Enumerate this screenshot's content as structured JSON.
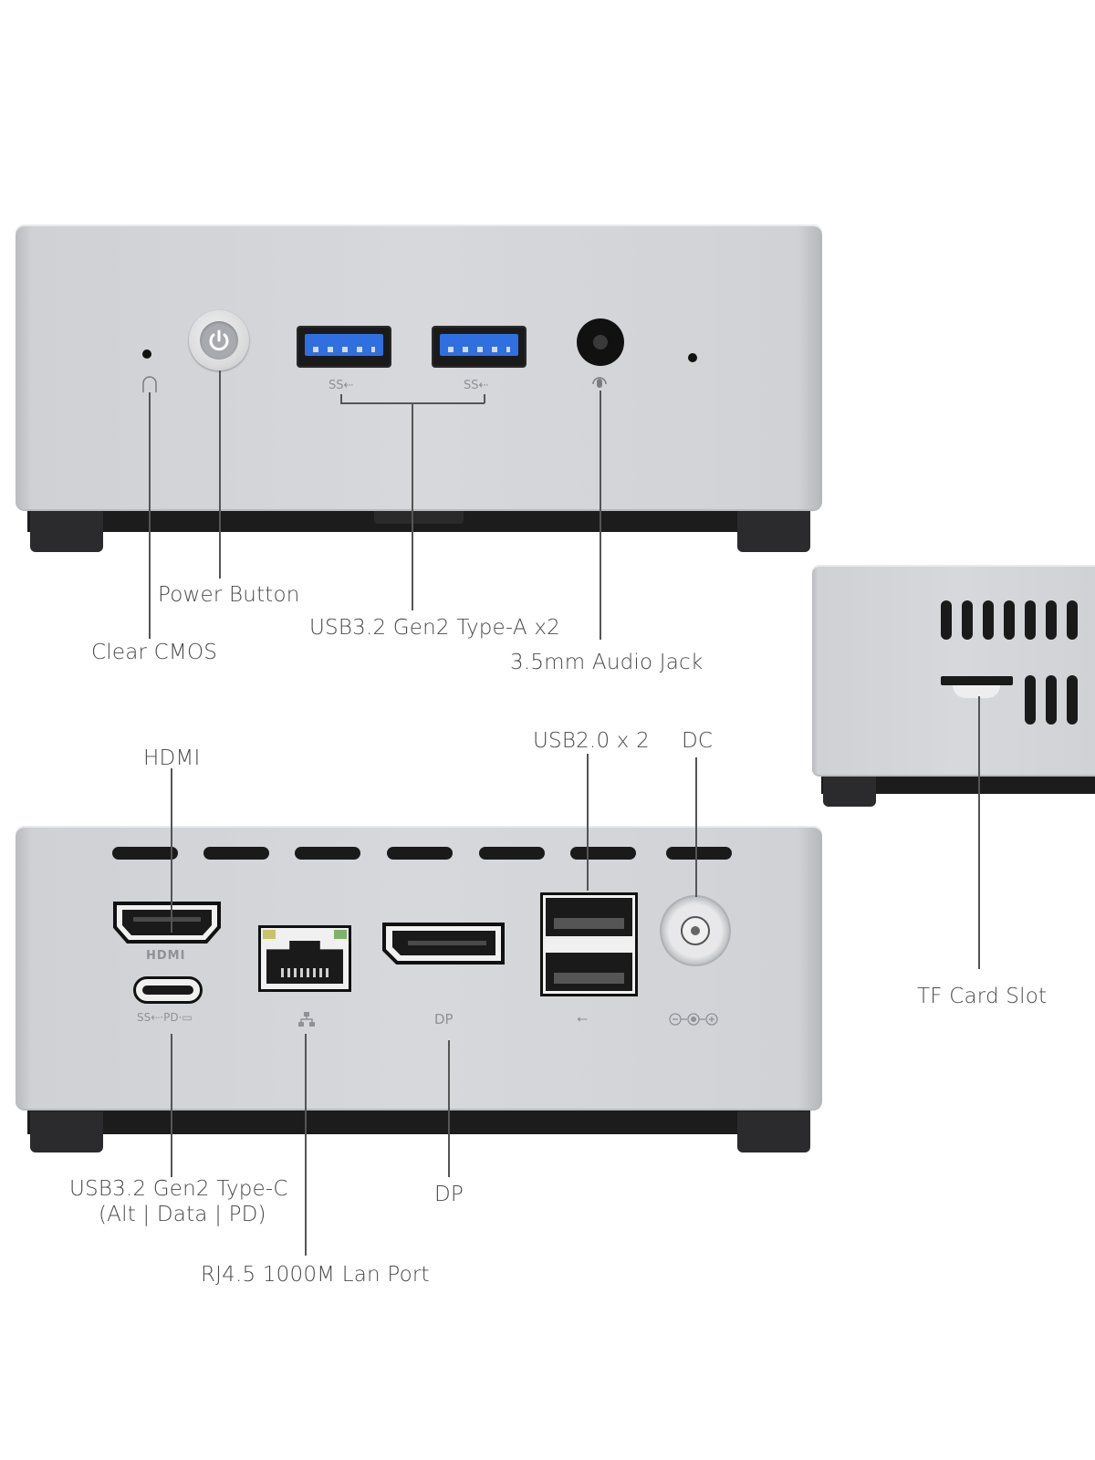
{
  "labels": {
    "power_button": "Power Button",
    "clear_cmos": "Clear CMOS",
    "usb32_typea": "USB3.2 Gen2 Type-A x2",
    "audio_jack": "3.5mm Audio Jack",
    "hdmi": "HDMI",
    "usb20": "USB2.0 x 2",
    "dc": "DC",
    "tf_card": "TF Card Slot",
    "usb32_typec_line1": "USB3.2 Gen2 Type-C",
    "usb32_typec_line2": "(Alt | Data | PD)",
    "dp": "DP",
    "rj45": "RJ4.5 1000M Lan Port"
  },
  "port_markings": {
    "hdmi": "HDMI",
    "dp": "DP"
  },
  "colors": {
    "usb3_blue": "#2f6fe0",
    "body_silver": "#d6d8dc",
    "base_black": "#1c1c1d"
  }
}
